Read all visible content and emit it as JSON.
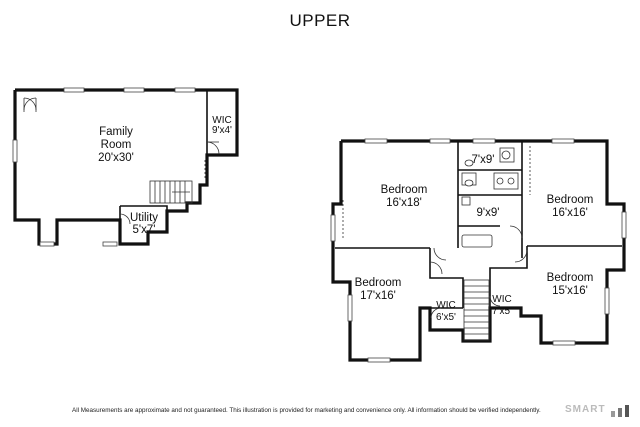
{
  "title": "UPPER",
  "rooms": {
    "family": {
      "name_line1": "Family",
      "name_line2": "Room",
      "size": "20'x30'"
    },
    "wic_top": {
      "name": "WIC",
      "size": "9'x4'"
    },
    "utility": {
      "name": "Utility",
      "size": "5'x7'"
    },
    "bed1": {
      "name": "Bedroom",
      "size": "16'x18'"
    },
    "bath1": {
      "size": "7'x9'"
    },
    "bath2": {
      "size": "9'x9'"
    },
    "bed2": {
      "name": "Bedroom",
      "size": "16'x16'"
    },
    "bed3": {
      "name": "Bedroom",
      "size": "17'x16'"
    },
    "wic_a": {
      "name": "WIC",
      "size": "6'x5'"
    },
    "wic_b": {
      "name": "WIC",
      "size": "7'x5'"
    },
    "bed4": {
      "name": "Bedroom",
      "size": "15'x16'"
    }
  },
  "footer": {
    "disclaimer": "All Measurements are approximate and not guaranteed.  This illustration is provided for marketing and convenience only.  All information should be verified independently.",
    "brand": "SMART"
  }
}
